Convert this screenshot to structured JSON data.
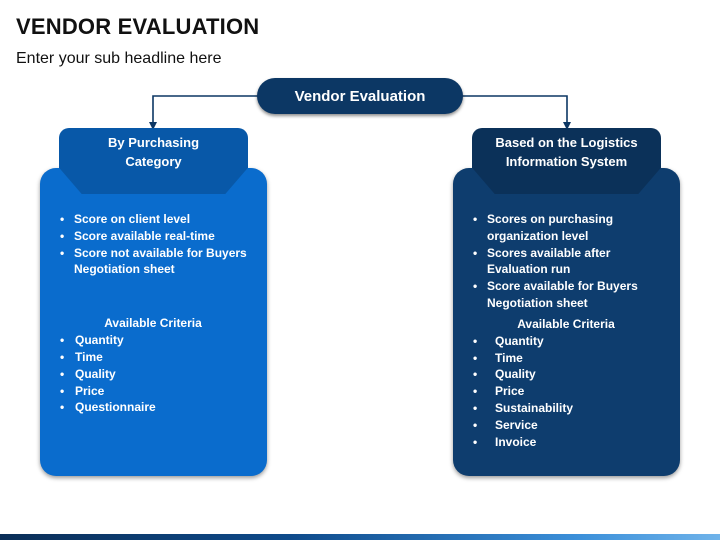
{
  "slide": {
    "title": "VENDOR EVALUATION",
    "subtitle": "Enter your sub headline here"
  },
  "root": {
    "label": "Vendor Evaluation"
  },
  "left": {
    "header_line1": "By Purchasing",
    "header_line2": "Category",
    "bullets": [
      "Score on client level",
      "Score available real-time",
      "Score not available for Buyers Negotiation sheet"
    ],
    "criteria_heading": "Available Criteria",
    "criteria": [
      "Quantity",
      "Time",
      "Quality",
      "Price",
      "Questionnaire"
    ]
  },
  "right": {
    "header_line1": "Based on the Logistics",
    "header_line2": "Information System",
    "bullets": [
      "Scores on purchasing organization level",
      "Scores available after Evaluation run",
      "Score available for Buyers Negotiation sheet"
    ],
    "criteria_heading": "Available Criteria",
    "criteria": [
      "Quantity",
      "Time",
      "Quality",
      "Price",
      "Sustainability",
      "Service",
      "Invoice"
    ]
  },
  "colors": {
    "left_panel": "#0a6ccd",
    "left_header": "#0858a8",
    "right_panel": "#0e3d6e",
    "right_header": "#0b3159",
    "root_pill": "#0c3764",
    "connector": "#0c3764"
  }
}
